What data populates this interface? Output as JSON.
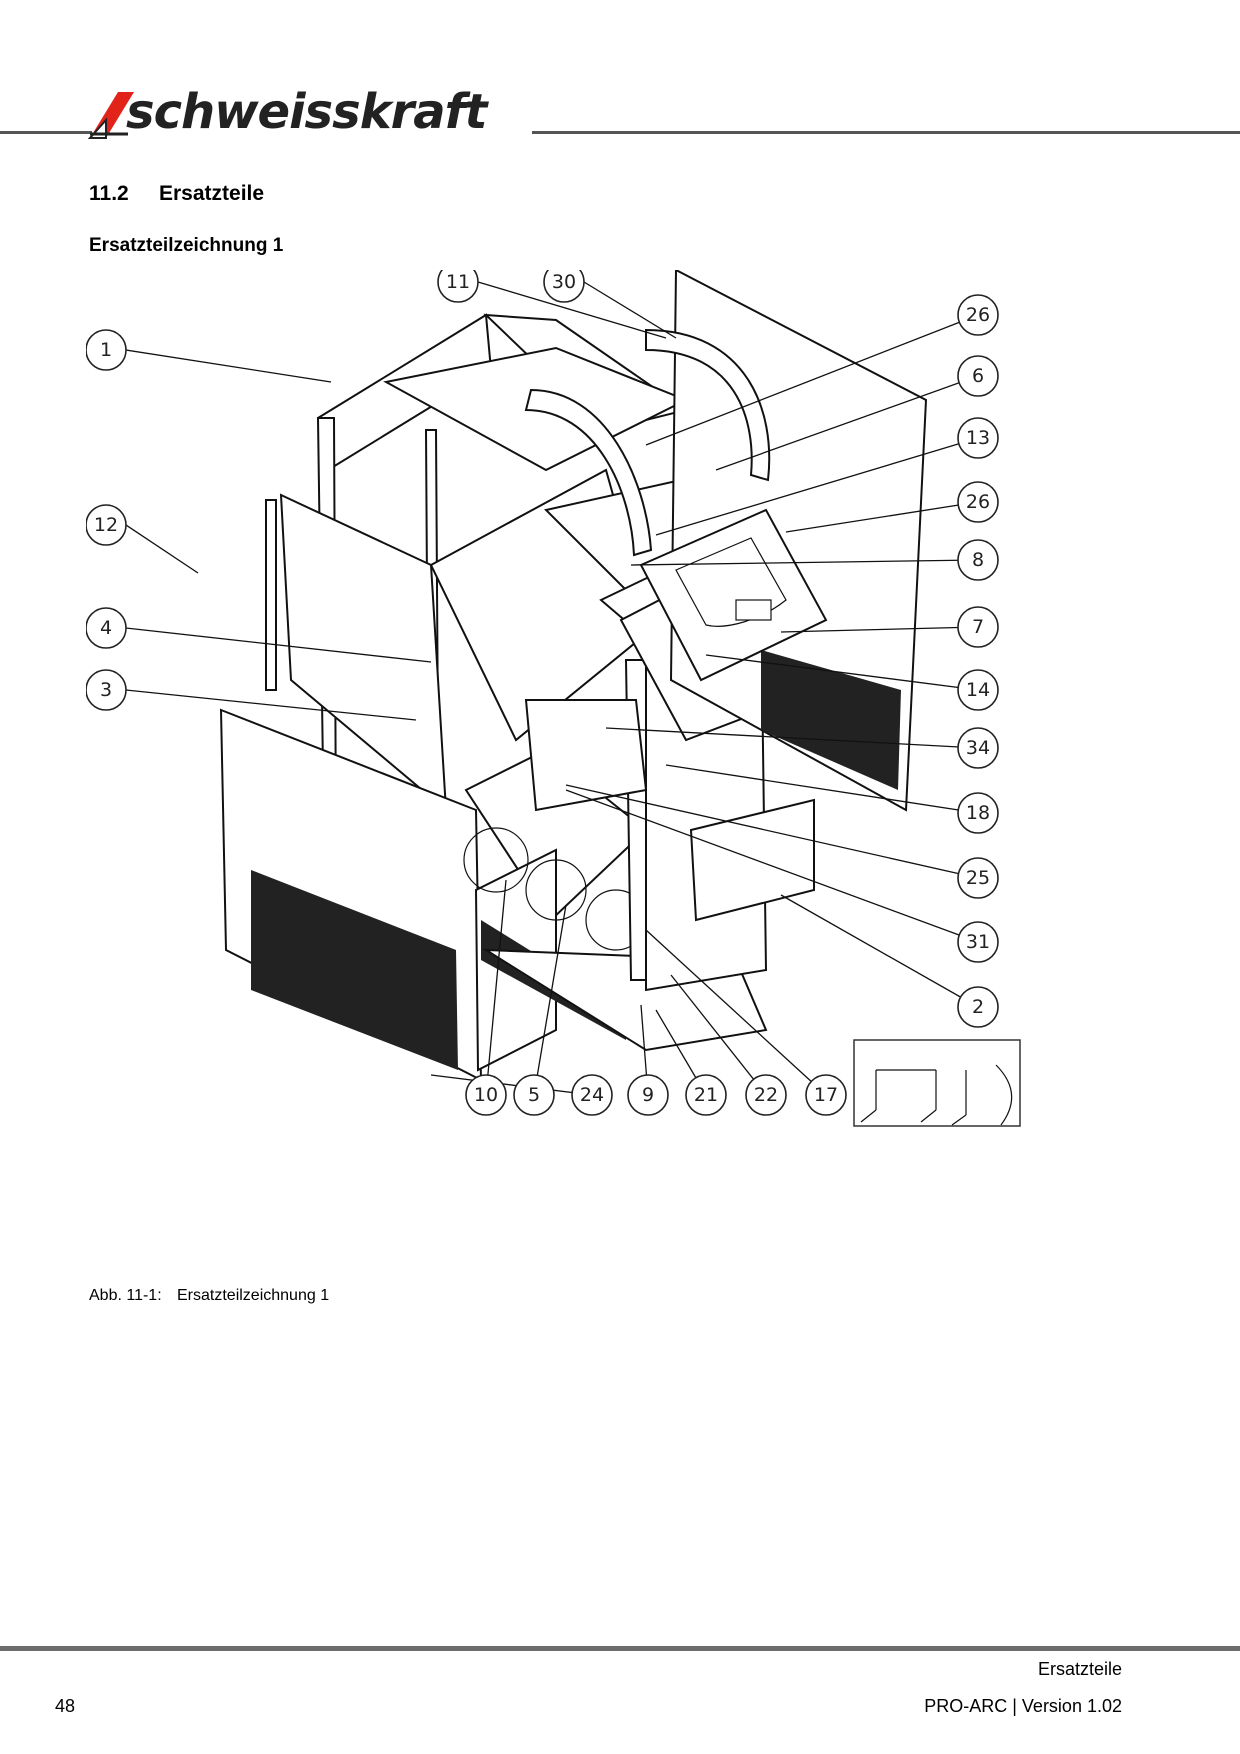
{
  "header": {
    "brand": "schweisskraft"
  },
  "section": {
    "number": "11.2",
    "title": "Ersatzteile"
  },
  "subtitle": "Ersatzteilzeichnung 1",
  "drawing": {
    "callouts": [
      "1",
      "12",
      "4",
      "3",
      "11",
      "30",
      "26",
      "6",
      "13",
      "26",
      "8",
      "7",
      "14",
      "34",
      "18",
      "25",
      "31",
      "2",
      "10",
      "5",
      "24",
      "9",
      "21",
      "22",
      "17"
    ]
  },
  "caption": {
    "label": "Abb. 11-1:",
    "text": "Ersatzteilzeichnung 1"
  },
  "footer": {
    "section": "Ersatzteile",
    "page": "48",
    "document": "PRO-ARC | Version 1.02"
  }
}
